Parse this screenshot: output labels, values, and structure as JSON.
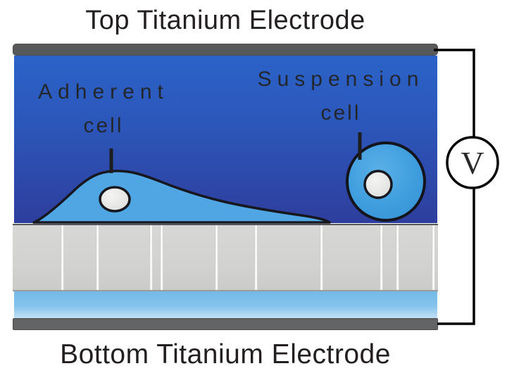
{
  "titles": {
    "top": "Top Titanium Electrode",
    "bottom": "Bottom Titanium Electrode"
  },
  "labels": {
    "adherent": {
      "line1": "Adherent",
      "line2": "cell"
    },
    "suspension": {
      "line1": "Suspension",
      "line2": "cell"
    }
  },
  "voltmeter": {
    "label": "V"
  },
  "colors": {
    "electrode_top": "#58595b",
    "electrode_bottom": "#636466",
    "medium_gradient_top": "#2b63c8",
    "medium_gradient_bottom": "#2e3e9d",
    "adherent_cell_fill": "#4fa6e2",
    "suspension_cell_fill": "#3f9ede",
    "nucleus_fill": "#e9eae8",
    "cell_outline": "#17171f",
    "pillar_fill": "#d2d2d0",
    "pillar_gap": "#f7f7f7",
    "substrate_top": "#74bae8",
    "substrate_bottom": "#c3e0f5",
    "wire": "#000000",
    "text": "#231f20"
  }
}
